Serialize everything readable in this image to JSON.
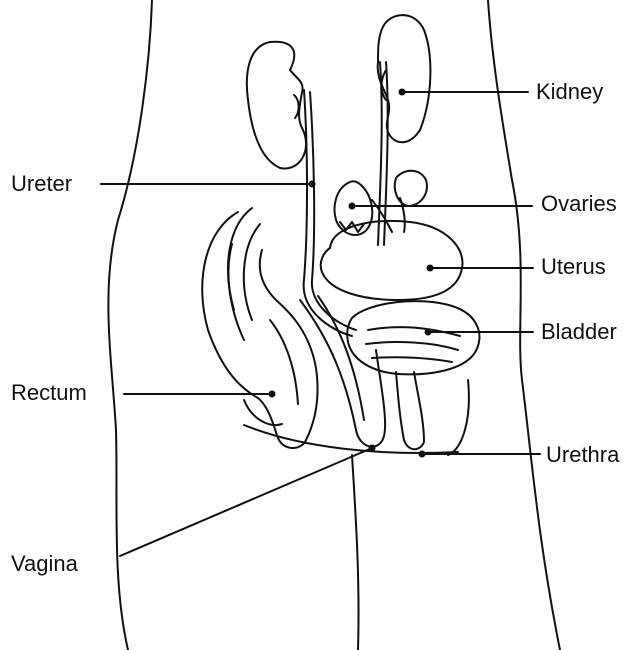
{
  "labels": {
    "kidney": "Kidney",
    "ureter": "Ureter",
    "ovaries": "Ovaries",
    "uterus": "Uterus",
    "bladder": "Bladder",
    "rectum": "Rectum",
    "urethra": "Urethra",
    "vagina": "Vagina"
  },
  "colors": {
    "line": "#111111",
    "background": "#ffffff"
  }
}
